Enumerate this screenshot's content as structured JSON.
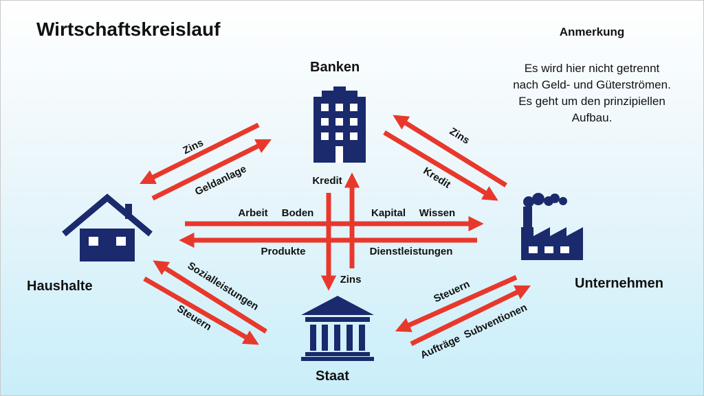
{
  "title": "Wirtschaftskreislauf",
  "note": {
    "heading": "Anmerkung",
    "lines": [
      "Es wird hier nicht getrennt",
      "nach Geld- und Güterströmen.",
      "Es geht um den prinzipiellen",
      "Aufbau."
    ]
  },
  "nodes": {
    "banks": {
      "label": "Banken",
      "icon": "bank-building-icon"
    },
    "households": {
      "label": "Haushalte",
      "icon": "house-icon"
    },
    "companies": {
      "label": "Unternehmen",
      "icon": "factory-icon"
    },
    "state": {
      "label": "Staat",
      "icon": "government-building-icon"
    }
  },
  "flows": {
    "households_banks": {
      "upper": "Zins",
      "lower": "Geldanlage"
    },
    "banks_companies": {
      "upper": "Zins",
      "lower": "Kredit"
    },
    "households_state": {
      "upper": "Sozialleistungen",
      "lower": "Steuern"
    },
    "state_companies": {
      "upper": "Steuern",
      "lower": "Aufträge  Subventionen"
    },
    "center_right": [
      "Arbeit",
      "Boden",
      "Kapital",
      "Wissen"
    ],
    "center_left": [
      "Produkte",
      "Dienstleistungen"
    ],
    "vertical_up": "Kredit",
    "vertical_down": "Zins"
  },
  "colors": {
    "arrow": "#e8382c",
    "icon": "#1a2a6c"
  }
}
